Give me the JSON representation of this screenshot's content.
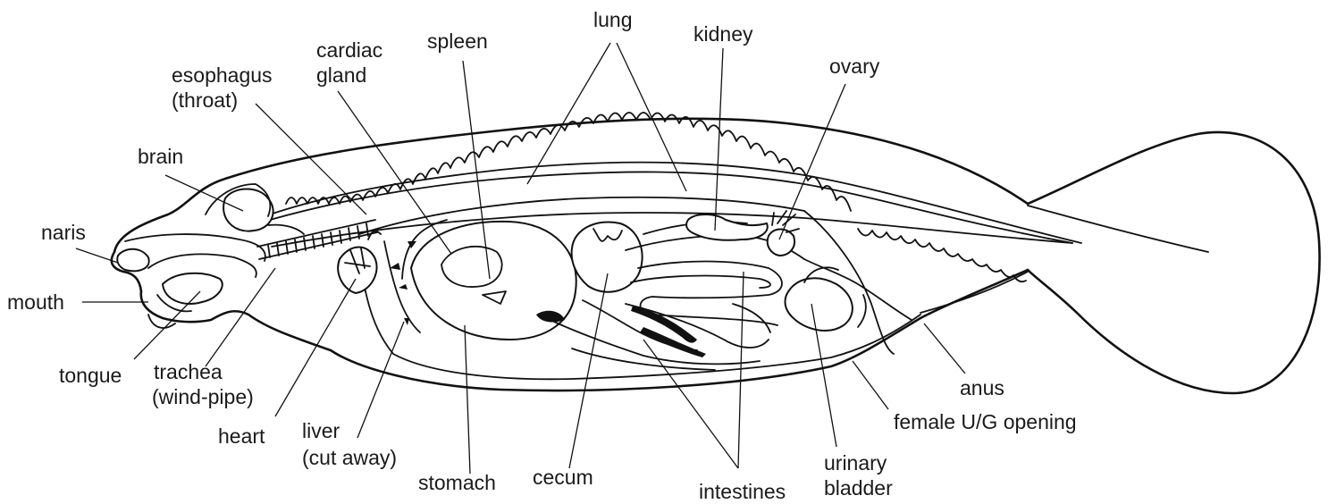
{
  "labels": {
    "lung": "lung",
    "kidney": "kidney",
    "spleen": "spleen",
    "cardiac_gland_1": "cardiac",
    "cardiac_gland_2": "gland",
    "ovary": "ovary",
    "esophagus_1": "esophagus",
    "esophagus_2": "(throat)",
    "brain": "brain",
    "naris": "naris",
    "mouth": "mouth",
    "tongue": "tongue",
    "trachea_1": "trachea",
    "trachea_2": "(wind-pipe)",
    "heart": "heart",
    "liver_1": "liver",
    "liver_2": "(cut away)",
    "stomach": "stomach",
    "cecum": "cecum",
    "intestines": "intestines",
    "urinary_bladder_1": "urinary",
    "urinary_bladder_2": "bladder",
    "anus": "anus",
    "female_ug_opening": "female U/G opening"
  }
}
